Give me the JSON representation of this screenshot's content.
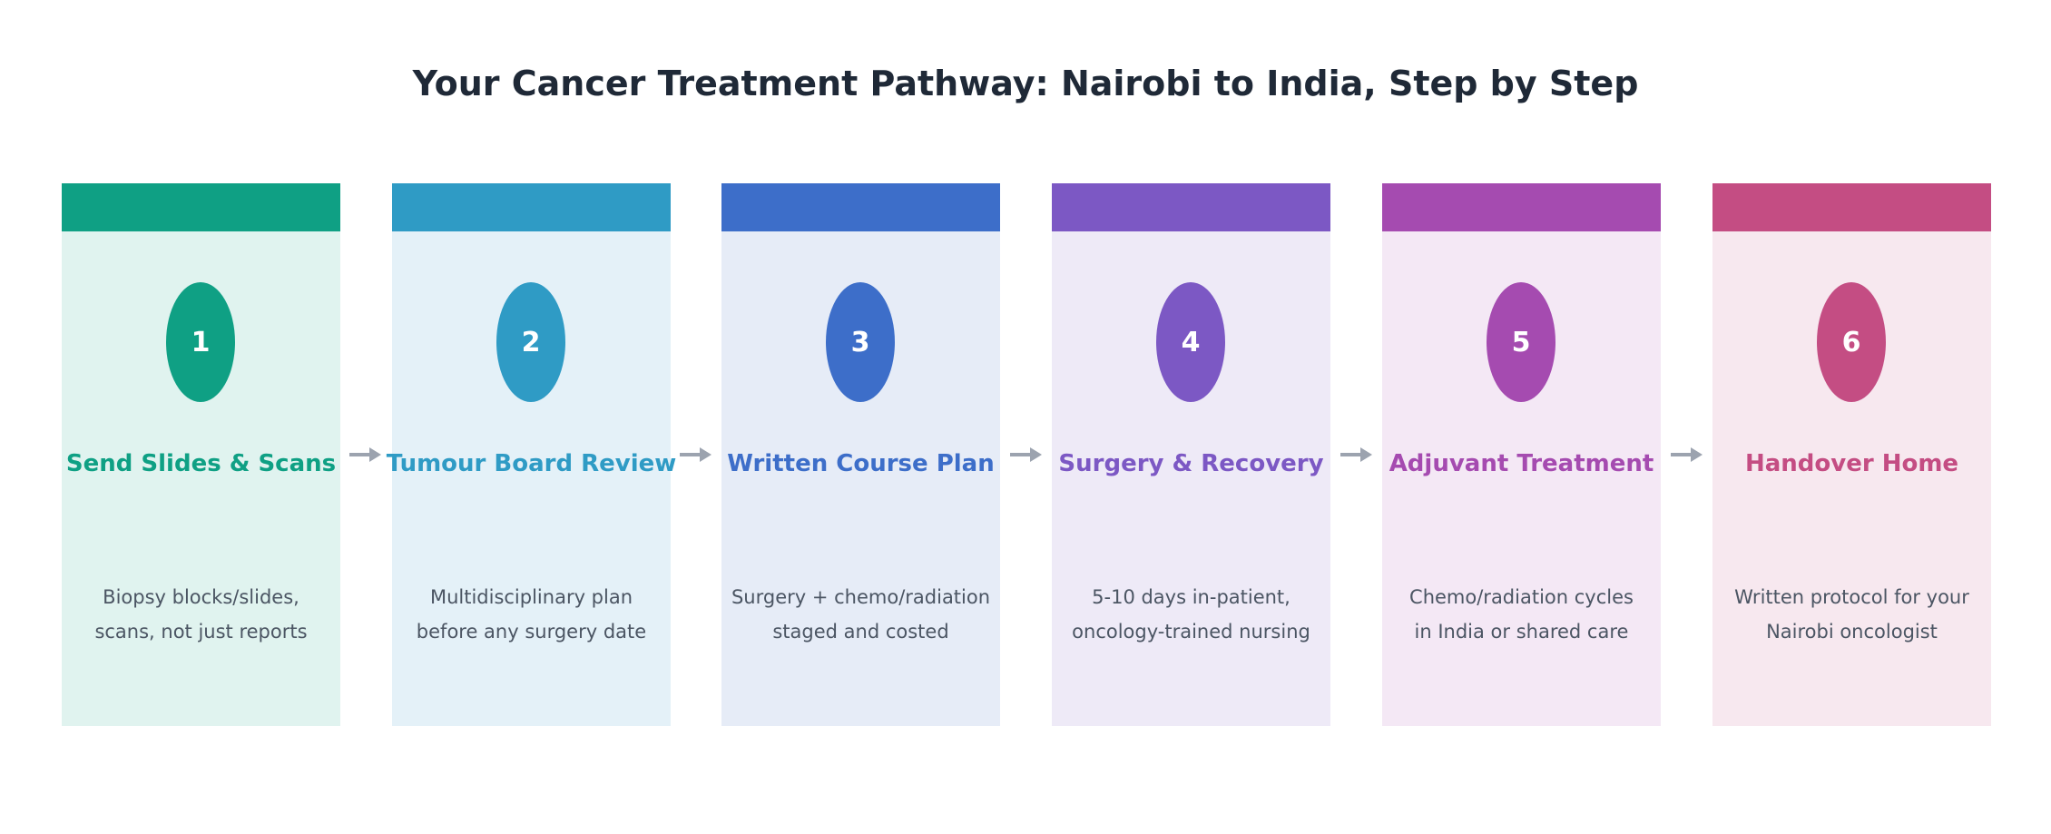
{
  "title": "Your Cancer Treatment Pathway: Nairobi to India, Step by Step",
  "steps": [
    {
      "number": "1",
      "label": "Send Slides & Scans",
      "desc_line1": "Biopsy blocks/slides,",
      "desc_line2": "scans, not just reports",
      "accent": "#0fa084",
      "tint": "#e0f3ef"
    },
    {
      "number": "2",
      "label": "Tumour Board Review",
      "desc_line1": "Multidisciplinary plan",
      "desc_line2": "before any surgery date",
      "accent": "#2f9bc5",
      "tint": "#e4f1f8"
    },
    {
      "number": "3",
      "label": "Written Course Plan",
      "desc_line1": "Surgery + chemo/radiation",
      "desc_line2": "staged and costed",
      "accent": "#3d6ec9",
      "tint": "#e6ecf7"
    },
    {
      "number": "4",
      "label": "Surgery & Recovery",
      "desc_line1": "5-10 days in-patient,",
      "desc_line2": "oncology-trained nursing",
      "accent": "#7c58c4",
      "tint": "#eeeaf7"
    },
    {
      "number": "5",
      "label": "Adjuvant Treatment",
      "desc_line1": "Chemo/radiation cycles",
      "desc_line2": "in India or shared care",
      "accent": "#a54bb0",
      "tint": "#f4e8f5"
    },
    {
      "number": "6",
      "label": "Handover Home",
      "desc_line1": "Written protocol for your",
      "desc_line2": "Nairobi oncologist",
      "accent": "#c44d83",
      "tint": "#f7e8ef"
    }
  ],
  "arrow_color": "#9ca3af"
}
